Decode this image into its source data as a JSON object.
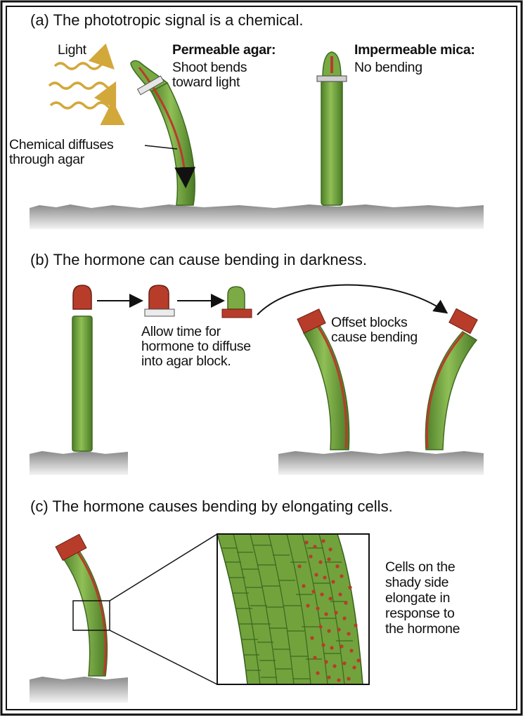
{
  "panels": {
    "a": {
      "heading": "(a) The phototropic signal is a chemical.",
      "light_label": "Light",
      "permeable_title": "Permeable agar:",
      "permeable_desc": "Shoot bends\ntoward light",
      "impermeable_title": "Impermeable mica:",
      "impermeable_desc": "No bending",
      "chemical_label": "Chemical diffuses\nthrough agar"
    },
    "b": {
      "heading": "(b) The hormone can cause bending in darkness.",
      "allow_time_label": "Allow time for\nhormone to diffuse\ninto agar block.",
      "offset_label": "Offset blocks\ncause bending"
    },
    "c": {
      "heading": "(c) The hormone causes bending by elongating cells.",
      "cells_label": "Cells on the\nshady side\nelongate in\nresponse to\nthe hormone"
    }
  },
  "colors": {
    "stem": "#7cab45",
    "stem_dark": "#3f6a1f",
    "hormone": "#b83c2a",
    "light": "#d3a83a",
    "ground": "#a8a8a8",
    "agar": "#e6e6e6"
  }
}
